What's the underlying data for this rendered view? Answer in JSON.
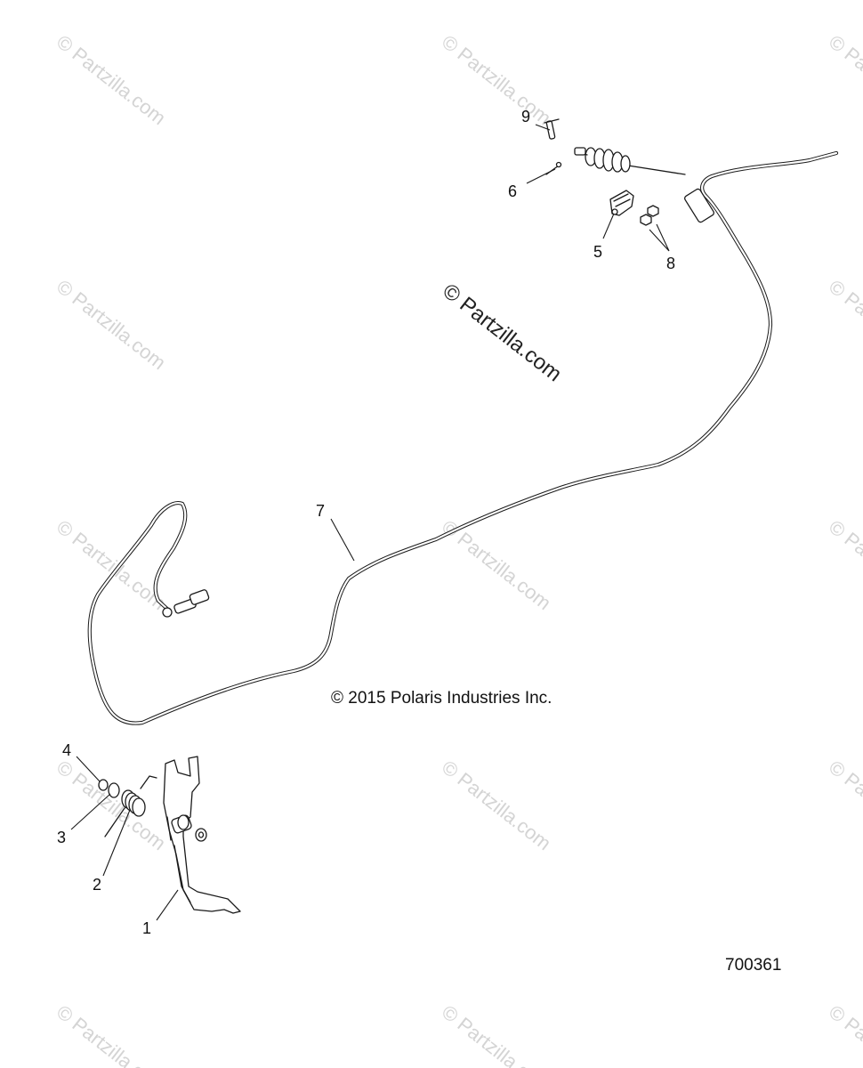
{
  "diagram": {
    "copyright": "© 2015 Polaris Industries Inc.",
    "doc_number": "700361",
    "watermark_main": "© Partzilla.com",
    "watermark_tile": "© Partzilla.com",
    "callouts": [
      {
        "id": "1",
        "text": "1"
      },
      {
        "id": "2",
        "text": "2"
      },
      {
        "id": "3",
        "text": "3"
      },
      {
        "id": "4",
        "text": "4"
      },
      {
        "id": "5",
        "text": "5"
      },
      {
        "id": "6",
        "text": "6"
      },
      {
        "id": "7",
        "text": "7"
      },
      {
        "id": "8",
        "text": "8"
      },
      {
        "id": "9",
        "text": "9"
      }
    ]
  }
}
